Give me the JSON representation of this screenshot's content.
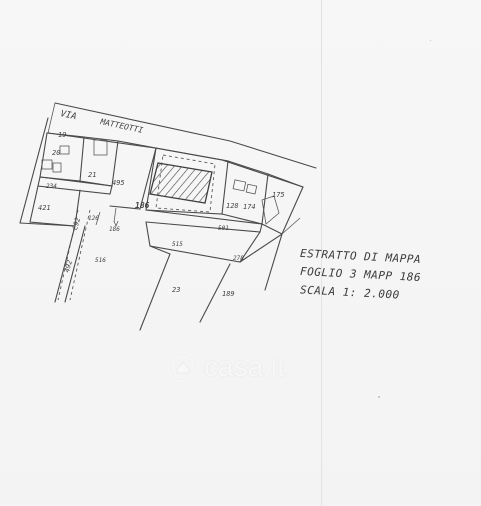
{
  "map": {
    "street_label": "VIA",
    "street_name": "MATTEOTTI",
    "parcels": [
      "19",
      "20",
      "21",
      "495",
      "186",
      "128",
      "174",
      "175",
      "234",
      "421",
      "C92",
      "126",
      "186",
      "501",
      "515",
      "516",
      "492",
      "278",
      "23",
      "189"
    ]
  },
  "caption": {
    "line1": "ESTRATTO DI MAPPA",
    "line2": "FOGLIO 3 MAPP 186",
    "line3": "SCALA  1: 2.000"
  },
  "watermark": {
    "text": "casa.it",
    "icon": "casa-logo-icon"
  }
}
